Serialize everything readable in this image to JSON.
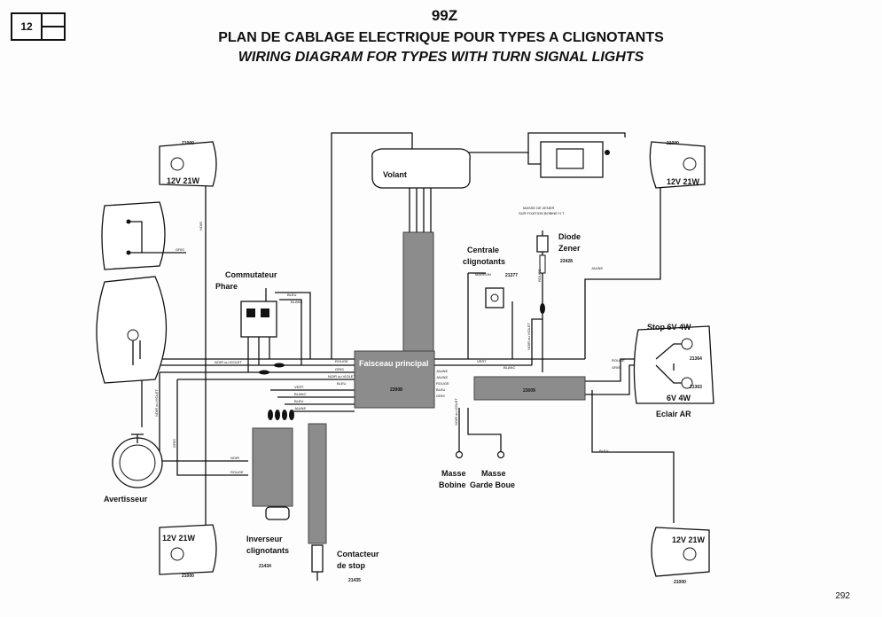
{
  "page": {
    "section_number": "12",
    "model_code": "99Z",
    "title_fr": "PLAN DE CABLAGE ELECTRIQUE POUR TYPES A CLIGNOTANTS",
    "title_en": "WIRING DIAGRAM FOR TYPES WITH TURN SIGNAL LIGHTS",
    "page_number": "292"
  },
  "components": {
    "volant": "Volant",
    "commutateur": [
      "Commutateur",
      "Phare"
    ],
    "centrale": [
      "Centrale",
      "clignotants"
    ],
    "centrale_ref": "21377",
    "diode": [
      "Diode",
      "Zener"
    ],
    "diode_ref": "23428",
    "faisceau": "Faisceau principal",
    "faisceau_ref": "23008",
    "faisceau_rear_ref": "23009",
    "stop_top": "Stop 6V 4W",
    "stop_bottom": "6V 4W",
    "stop_ref_a": "21364",
    "stop_ref_b": "21363",
    "eclair": "Eclair AR",
    "avertisseur": "Avertisseur",
    "inverseur": [
      "Inverseur",
      "clignotants"
    ],
    "inverseur_ref": "21434",
    "contacteur": [
      "Contacteur",
      "de stop"
    ],
    "contacteur_ref": "21435",
    "masse_bobine": [
      "Masse",
      "Bobine"
    ],
    "masse_garde": [
      "Masse",
      "Garde Boue"
    ],
    "lamp_label": "12V 21W",
    "lamp_ref": "21000",
    "masse_note": [
      "MASSE DE ZENER",
      "SUR FIXATION BOBINE H.T."
    ]
  },
  "wire_labels": {
    "gris": "GRIS",
    "noir": "NOIR",
    "bleu": "BLEU",
    "blanc": "BLANC",
    "rouge": "ROUGE",
    "jaune": "JAUNE",
    "vert": "VERT",
    "marron": "MARRON",
    "noir_ou_violet": "NOIR ou VIOLET"
  }
}
